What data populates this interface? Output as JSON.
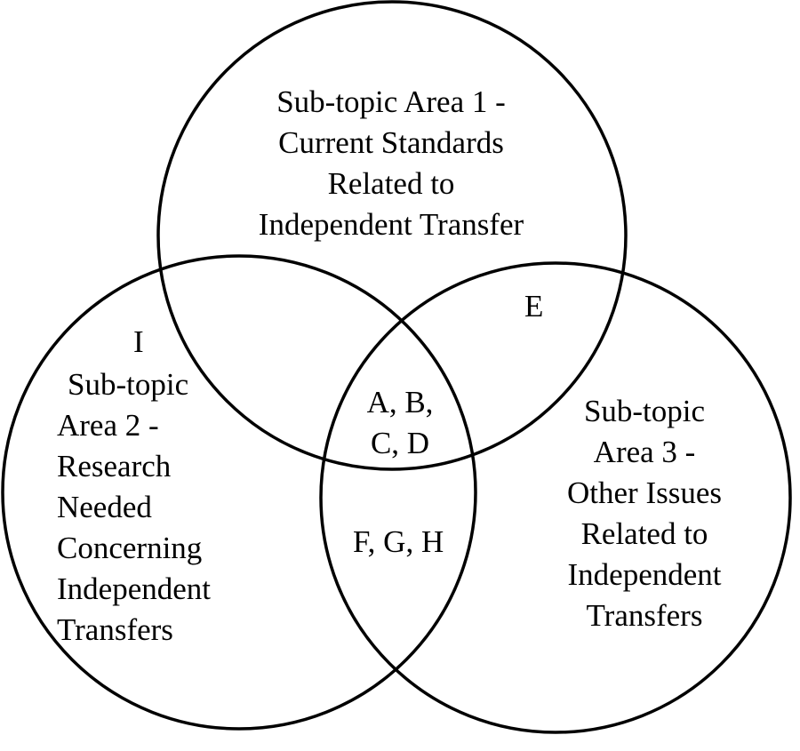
{
  "colors": {
    "background": "#ffffff",
    "stroke": "#000000",
    "text": "#000000"
  },
  "circles": {
    "area1": {
      "lines": [
        "Sub-topic Area 1 -",
        "Current Standards",
        "Related to",
        "Independent Transfer"
      ]
    },
    "area2": {
      "lines": [
        "Sub-topic",
        "Area 2 -",
        "Research",
        "Needed",
        "Concerning",
        "Independent",
        "Transfers"
      ]
    },
    "area3": {
      "lines": [
        "Sub-topic",
        "Area 3 -",
        "Other Issues",
        "Related to",
        "Independent",
        "Transfers"
      ]
    }
  },
  "regions": {
    "area1_area3_only": "E",
    "area2_only_marker": "I",
    "all_three_line1": "A, B,",
    "all_three_line2": "C, D",
    "area2_area3_only": "F, G, H"
  }
}
